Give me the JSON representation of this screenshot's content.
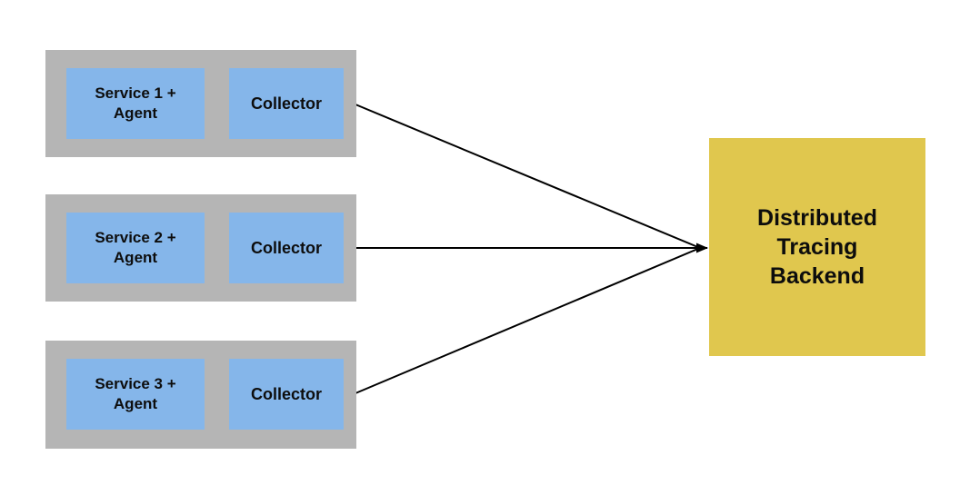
{
  "diagram": {
    "groups": [
      {
        "service_line1": "Service 1 +",
        "service_line2": "Agent",
        "collector_label": "Collector"
      },
      {
        "service_line1": "Service 2 +",
        "service_line2": "Agent",
        "collector_label": "Collector"
      },
      {
        "service_line1": "Service 3 +",
        "service_line2": "Agent",
        "collector_label": "Collector"
      }
    ],
    "backend": {
      "lines": [
        "Distributed",
        "Tracing",
        "Backend"
      ]
    }
  },
  "colors": {
    "container_gray": "#b5b5b5",
    "node_blue": "#85b6ea",
    "backend_yellow": "#e0c74e",
    "arrow_black": "#000000",
    "text_black": "#0d0d0d"
  }
}
